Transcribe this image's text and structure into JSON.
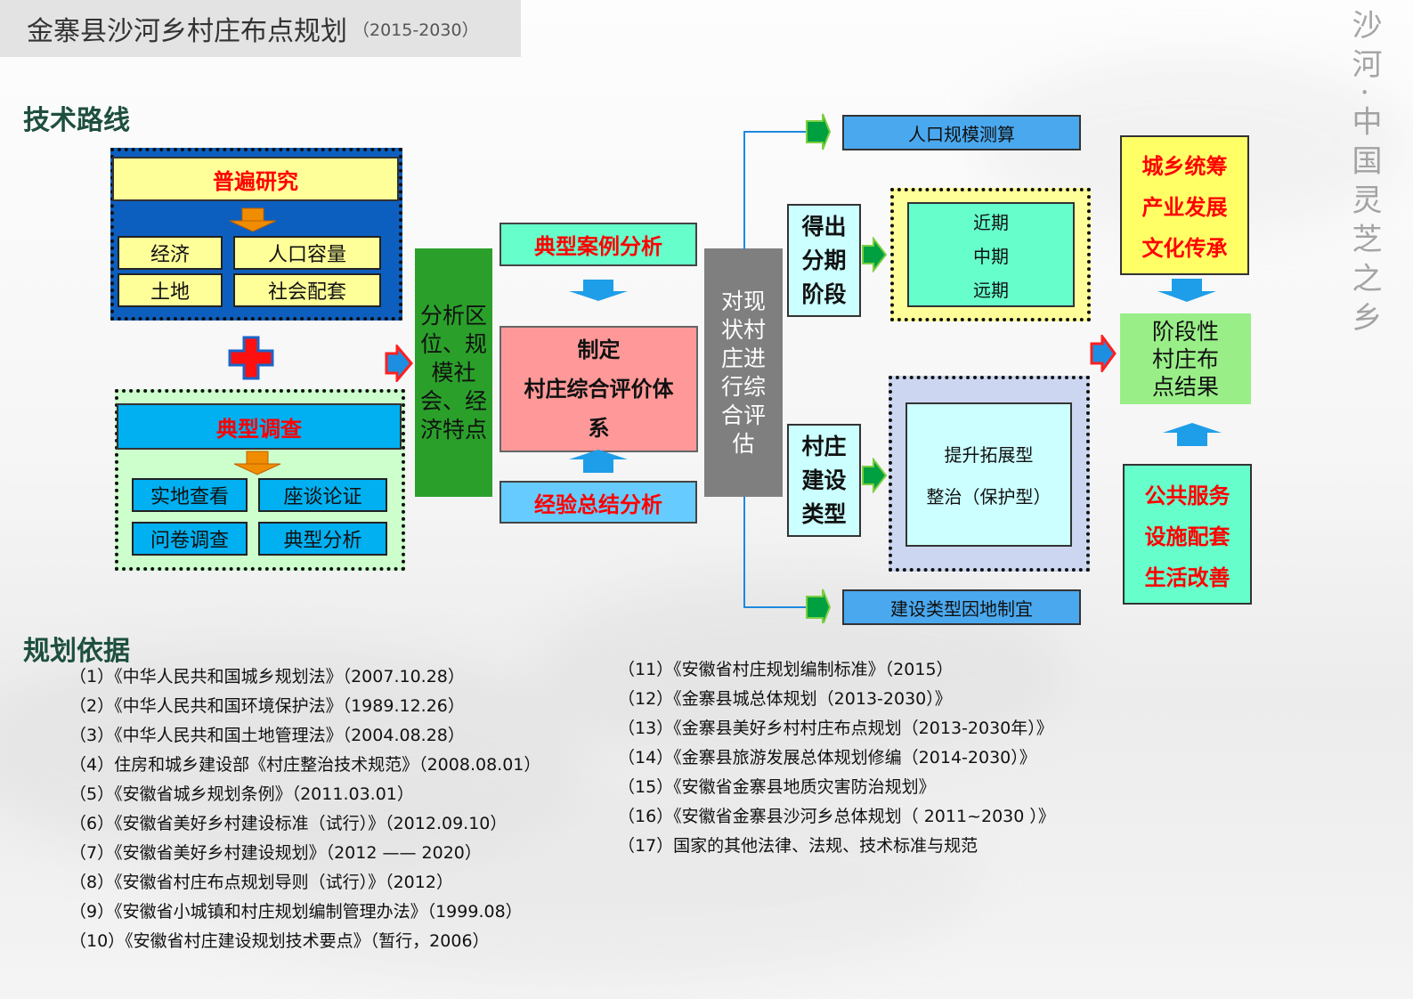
{
  "header": {
    "title": "金寨县沙河乡村庄布点规划",
    "years": "（2015-2030）"
  },
  "watermark": "沙河·中国灵芝之乡",
  "sections": {
    "tech_route": "技术路线",
    "basis": "规划依据"
  },
  "general_research": {
    "title": "普遍研究",
    "cells": [
      "经济",
      "人口容量",
      "土地",
      "社会配套"
    ]
  },
  "typical_survey": {
    "title": "典型调查",
    "cells": [
      "实地查看",
      "座谈论证",
      "问卷调查",
      "典型分析"
    ]
  },
  "analysis_column": "分析区位、规模社会、经济特点",
  "case_analysis": "典型案例分析",
  "eval_system": {
    "line1": "制定",
    "line2": "村庄综合评价体系"
  },
  "experience_analysis": "经验总结分析",
  "assessment_column": "对现状村庄进行综合评估",
  "population_forecast": "人口规模测算",
  "phasing": {
    "label": "得出分期阶段",
    "items": [
      "近期",
      "中期",
      "远期"
    ]
  },
  "village_types": {
    "label": "村庄建设类型",
    "items": [
      "提升拓展型",
      "整治（保护型）"
    ]
  },
  "build_type_policy": "建设类型因地制宜",
  "goals_top": [
    "城乡统筹",
    "产业发展",
    "文化传承"
  ],
  "result": "阶段性村庄布点结果",
  "goals_bottom": [
    "公共服务",
    "设施配套",
    "生活改善"
  ],
  "references_left": [
    "（1）《中华人民共和国城乡规划法》（2007.10.28）",
    "（2）《中华人民共和国环境保护法》（1989.12.26）",
    "（3）《中华人民共和国土地管理法》（2004.08.28）",
    "（4）住房和城乡建设部《村庄整治技术规范》（2008.08.01）",
    "（5）《安徽省城乡规划条例》（2011.03.01）",
    "（6）《安徽省美好乡村建设标准（试行）》（2012.09.10）",
    "（7）《安徽省美好乡村建设规划》（2012 —— 2020）",
    "（8）《安徽省村庄布点规划导则（试行）》（2012）",
    "（9）《安徽省小城镇和村庄规划编制管理办法》（1999.08）",
    "（10）《安徽省村庄建设规划技术要点》（暂行，2006）"
  ],
  "references_right": [
    "（11）《安徽省村庄规划编制标准》（2015）",
    "（12）《金寨县城总体规划（2013-2030）》",
    "（13）《金寨县美好乡村村庄布点规划（2013-2030年）》",
    "（14）《金寨县旅游发展总体规划修编（2014-2030）》",
    "（15）《安徽省金寨县地质灾害防治规划》",
    "（16）《安徽省金寨县沙河乡总体规划（ 2011~2030 ）》",
    "（17）国家的其他法律、法规、技术标准与规范"
  ]
}
